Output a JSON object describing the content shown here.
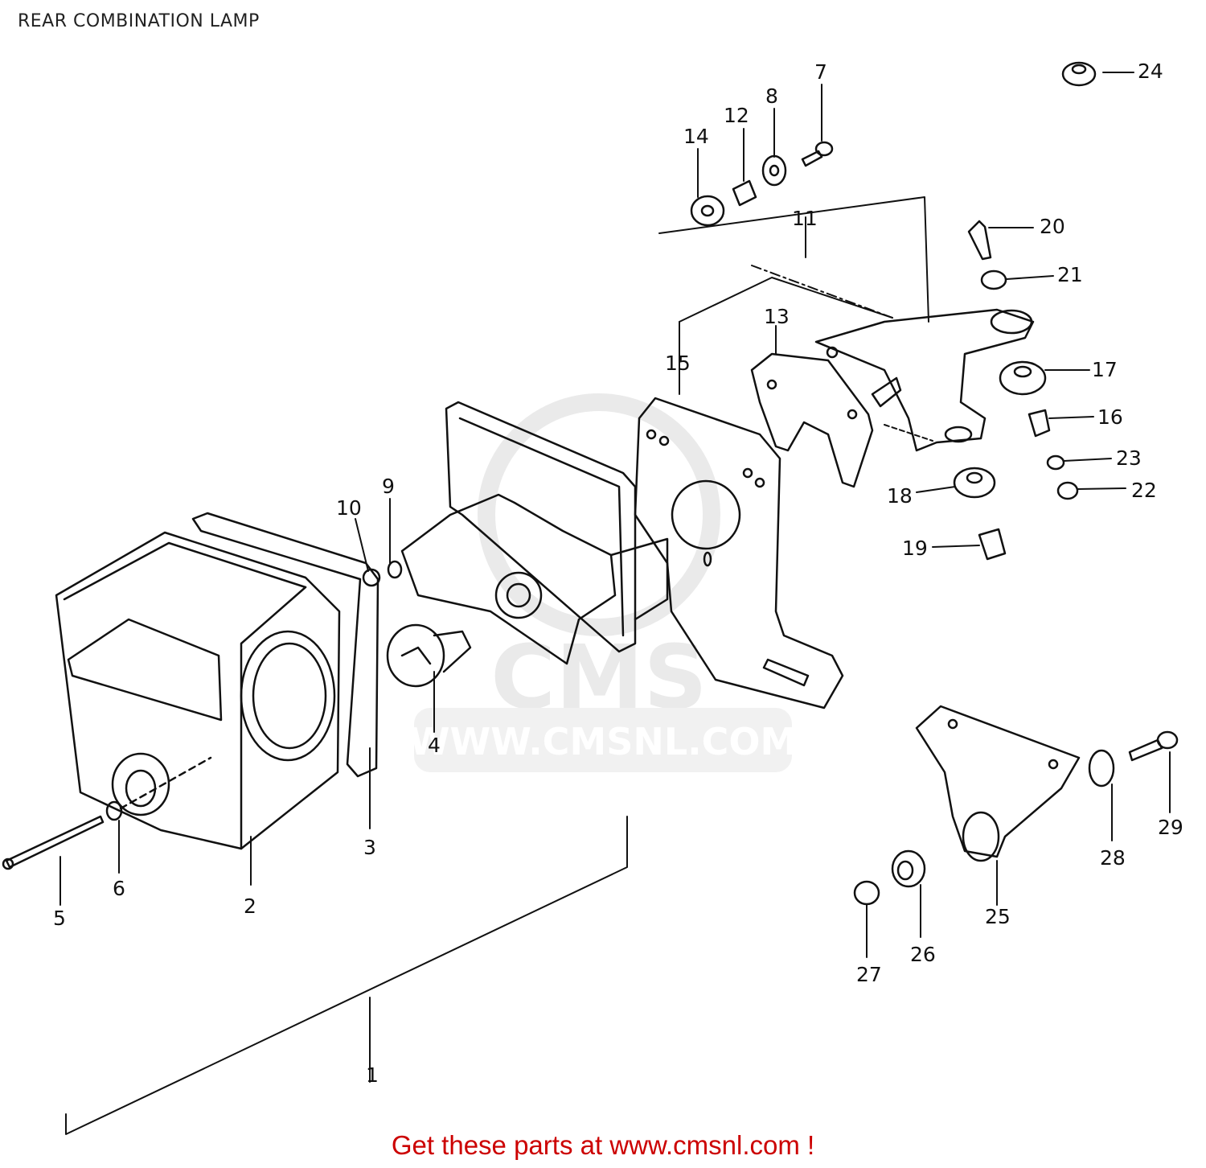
{
  "page": {
    "title": "REAR COMBINATION LAMP",
    "footer_link": "Get these parts at www.cmsnl.com !"
  },
  "watermark": {
    "logo_text": "CMS",
    "url": "WWW.CMSNL.COM",
    "color": "#d9d9d9"
  },
  "colors": {
    "line": "#111111",
    "promo": "#cc0000"
  },
  "callouts": [
    "1",
    "2",
    "3",
    "4",
    "5",
    "6",
    "7",
    "8",
    "9",
    "10",
    "11",
    "12",
    "13",
    "14",
    "15",
    "16",
    "17",
    "18",
    "19",
    "20",
    "21",
    "22",
    "23",
    "24",
    "25",
    "26",
    "27",
    "28",
    "29"
  ]
}
